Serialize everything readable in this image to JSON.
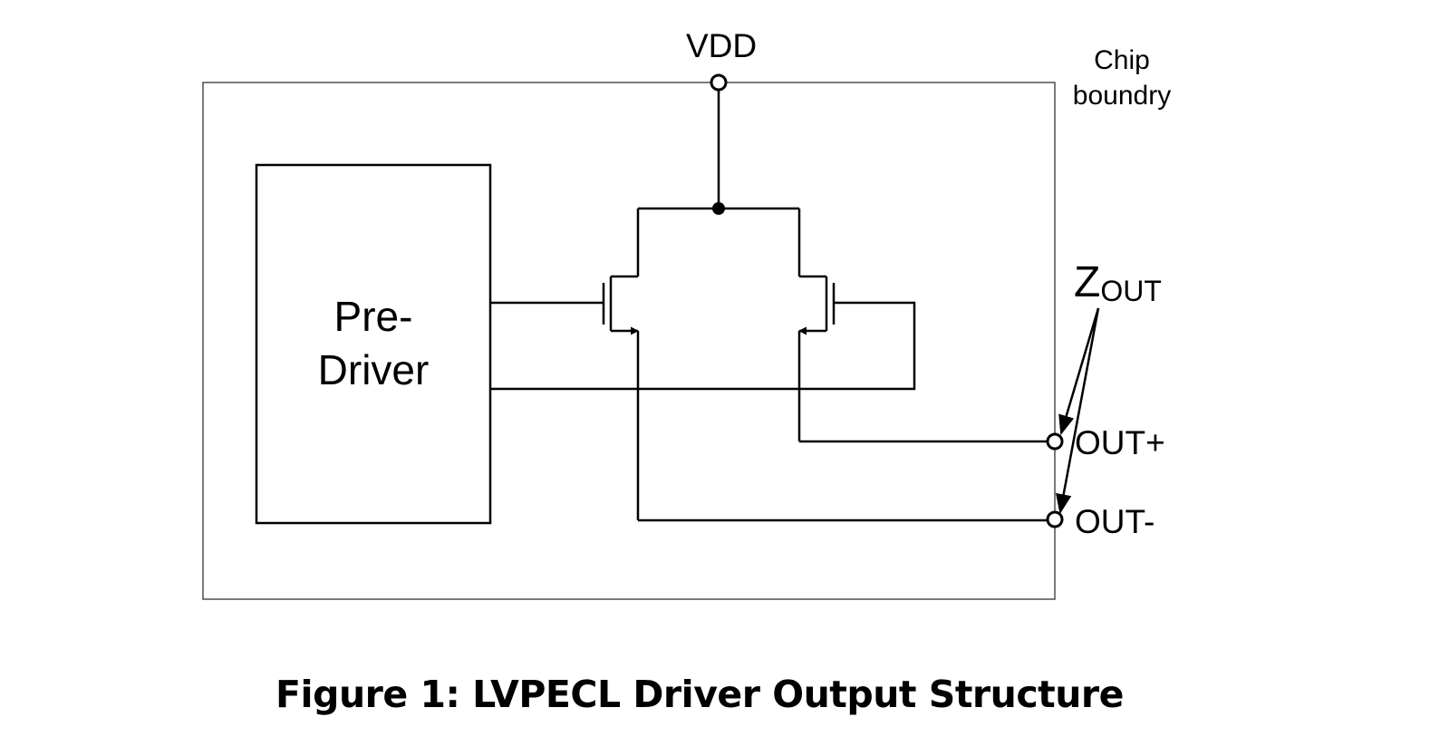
{
  "labels": {
    "vdd": "VDD",
    "chip_boundary_line1": "Chip",
    "chip_boundary_line2": "boundry",
    "pre_driver_line1": "Pre-",
    "pre_driver_line2": "Driver",
    "zout_main": "Z",
    "zout_sub": "OUT",
    "out_plus": "OUT+",
    "out_minus": "OUT-"
  },
  "caption": "Figure 1: LVPECL Driver Output Structure"
}
